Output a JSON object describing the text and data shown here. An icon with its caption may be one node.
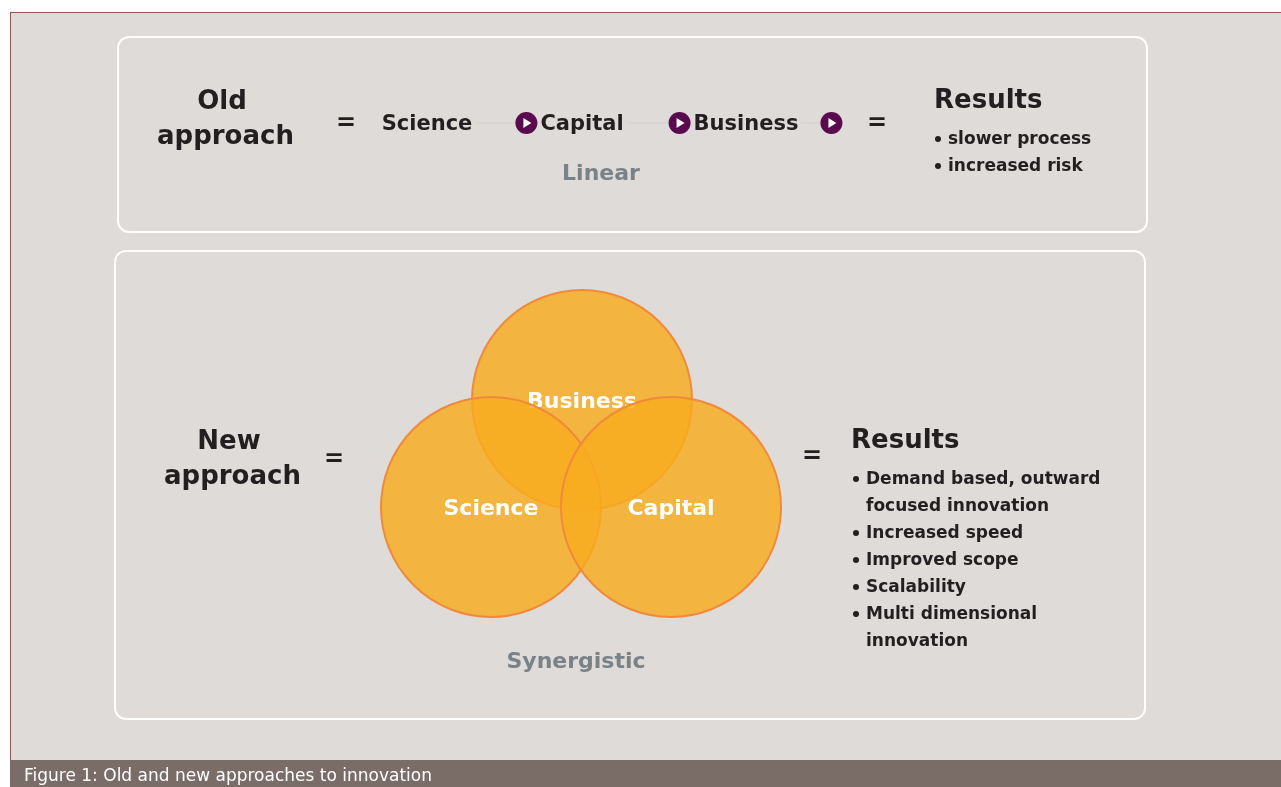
{
  "diagram": {
    "caption": "Figure 1: Old and new approaches to innovation",
    "nodes": [
      {
        "text": [],
        "shape": "box"
      },
      {
        "text": [
          "Science"
        ],
        "in": 0
      },
      {
        "text": [
          "Capital"
        ],
        "in": 0
      },
      {
        "text": [
          "Business"
        ],
        "in": 0
      },
      {
        "text": [],
        "shape": "box"
      },
      {
        "text": [
          "Business"
        ],
        "in": 4
      },
      {
        "text": [
          "Science"
        ],
        "in": 4
      },
      {
        "text": [
          "Capital"
        ],
        "in": 4
      }
    ],
    "edges": [
      {
        "from": 1,
        "to": 2,
        "arrow": "to"
      },
      {
        "from": 2,
        "to": 3,
        "arrow": "to"
      },
      {
        "from": 3,
        "to": null,
        "arrow": "to"
      }
    ],
    "labels": [
      "Old approach",
      "=",
      "=",
      "Results",
      "slower process",
      "increased risk",
      "Linear",
      "New approach",
      "=",
      "=",
      "Results",
      "Demand based, outward focused innovation",
      "Increased speed",
      "Improved scope",
      "Scalability",
      "Multi dimensional innovation",
      "Synergistic"
    ]
  }
}
